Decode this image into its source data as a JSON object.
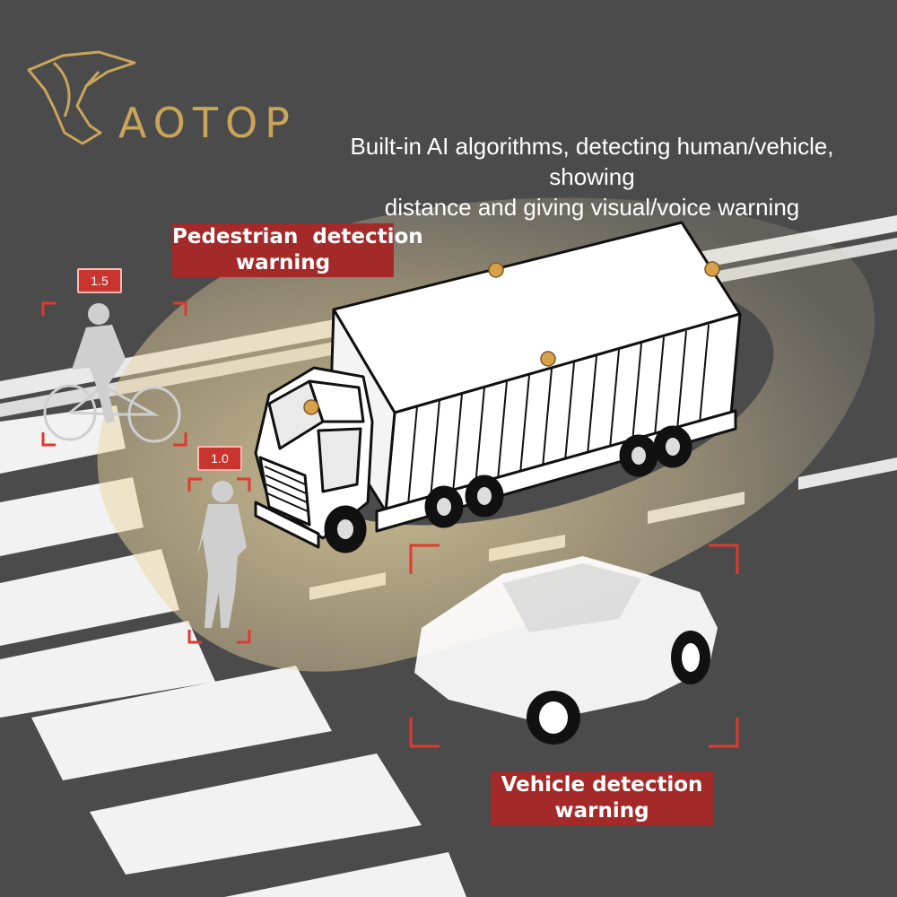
{
  "brand": {
    "name": "AOTOP",
    "color": "#c9a55a",
    "logo_icon": "horse-head-logo"
  },
  "headline": {
    "line1": "Built-in AI algorithms, detecting human/vehicle, showing",
    "line2": "distance and giving visual/voice warning"
  },
  "labels": {
    "pedestrian_line1": "Pedestrian  detection",
    "pedestrian_line2": "warning",
    "vehicle_line1": "Vehicle detection",
    "vehicle_line2": "warning"
  },
  "distance_tags": {
    "cyclist": "1.5",
    "pedestrian": "1.0"
  },
  "colors": {
    "road": "#4b4b4b",
    "label_bg": "#a42a2a",
    "detection_frame": "#e03a2e",
    "sensor_dot": "#d9a24a",
    "beam": "#e8d6a4"
  }
}
